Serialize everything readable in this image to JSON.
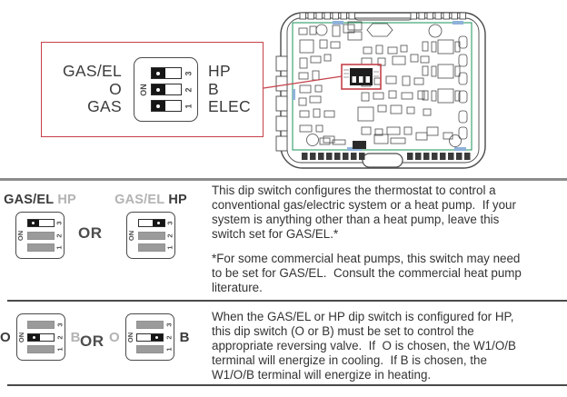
{
  "colors": {
    "accent_red": "#c5404a",
    "board_green": "#2e9d68",
    "board_blue": "#8fb2da",
    "switch_gray": "#9b9b9b",
    "text_dark": "#3b3b3b",
    "muted_gray": "#b3b3b3"
  },
  "dip": {
    "on_label": "ON",
    "numbers": [
      "3",
      "2",
      "1"
    ]
  },
  "callout": {
    "rows": [
      {
        "left": "GAS/EL",
        "right": "HP"
      },
      {
        "left": "O",
        "right": "B"
      },
      {
        "left": "GAS",
        "right": "ELEC"
      }
    ]
  },
  "section1": {
    "or": "OR",
    "figures": [
      {
        "label_left": "GAS/EL",
        "label_right": "HP",
        "selected": "GAS/EL",
        "active_switch": "3",
        "knob_side": "left"
      },
      {
        "label_left": "GAS/EL",
        "label_right": "HP",
        "selected": "HP",
        "active_switch": "3",
        "knob_side": "right"
      }
    ],
    "paragraphs": [
      "This dip switch configures the thermostat to control a\nconventional gas/electric system or a heat pump.  If your\nsystem is anything other than a heat pump, leave this\nswitch set for GAS/EL.*",
      "*For some commercial heat pumps, this switch may need\nto be set for GAS/EL.  Consult the commercial heat pump\nliterature."
    ]
  },
  "section2": {
    "or": "OR",
    "figures": [
      {
        "label_left": "O",
        "label_right": "B",
        "selected": "O",
        "active_switch": "2",
        "knob_side": "left"
      },
      {
        "label_left": "O",
        "label_right": "B",
        "selected": "B",
        "active_switch": "2",
        "knob_side": "right"
      }
    ],
    "paragraph": "When the GAS/EL or HP dip switch is configured for HP,\nthis dip switch (O or B) must be set to control the\nappropriate reversing valve.  If  O is chosen, the W1/O/B\nterminal will energize in cooling.  If B is chosen, the\nW1/O/B terminal will energize in heating."
  }
}
